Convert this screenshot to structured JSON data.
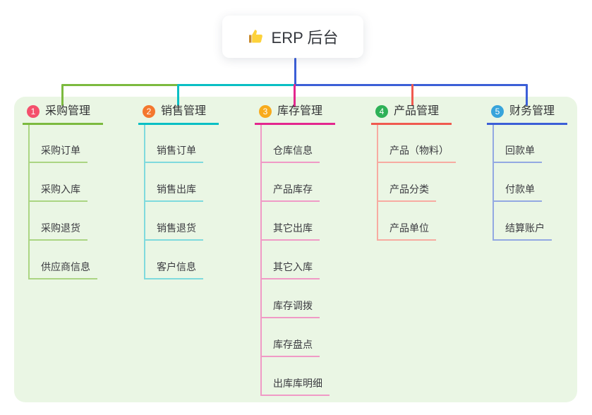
{
  "root": {
    "title": "ERP 后台",
    "icon": "thumbs-up-icon"
  },
  "branches": [
    {
      "number": "1",
      "label": "采购管理",
      "line_color": "#7cba3f",
      "light_line_color": "#abd583",
      "badge_color": "#f4506c",
      "children": [
        "采购订单",
        "采购入库",
        "采购退货",
        "供应商信息"
      ]
    },
    {
      "number": "2",
      "label": "销售管理",
      "line_color": "#0abfc4",
      "light_line_color": "#7fdadd",
      "badge_color": "#f4772e",
      "children": [
        "销售订单",
        "销售出库",
        "销售退货",
        "客户信息"
      ]
    },
    {
      "number": "3",
      "label": "库存管理",
      "line_color": "#e3278e",
      "light_line_color": "#f09ac6",
      "badge_color": "#f8ab1c",
      "children": [
        "仓库信息",
        "产品库存",
        "其它出库",
        "其它入库",
        "库存调拨",
        "库存盘点",
        "出库库明细"
      ]
    },
    {
      "number": "4",
      "label": "产品管理",
      "line_color": "#f05a4f",
      "light_line_color": "#f7aba1",
      "badge_color": "#2eb157",
      "children": [
        "产品（物料）",
        "产品分类",
        "产品单位"
      ]
    },
    {
      "number": "5",
      "label": "财务管理",
      "line_color": "#3c5fd7",
      "light_line_color": "#93a9e2",
      "badge_color": "#37a4db",
      "children": [
        "回款单",
        "付款单",
        "结算账户"
      ]
    }
  ],
  "colors": {
    "canvas_background": "#ffffff",
    "panel_background": "#eaf6e4",
    "root_connector": "#3c5fd7",
    "title_text": "#34373d",
    "node_text": "#3b3b40"
  }
}
